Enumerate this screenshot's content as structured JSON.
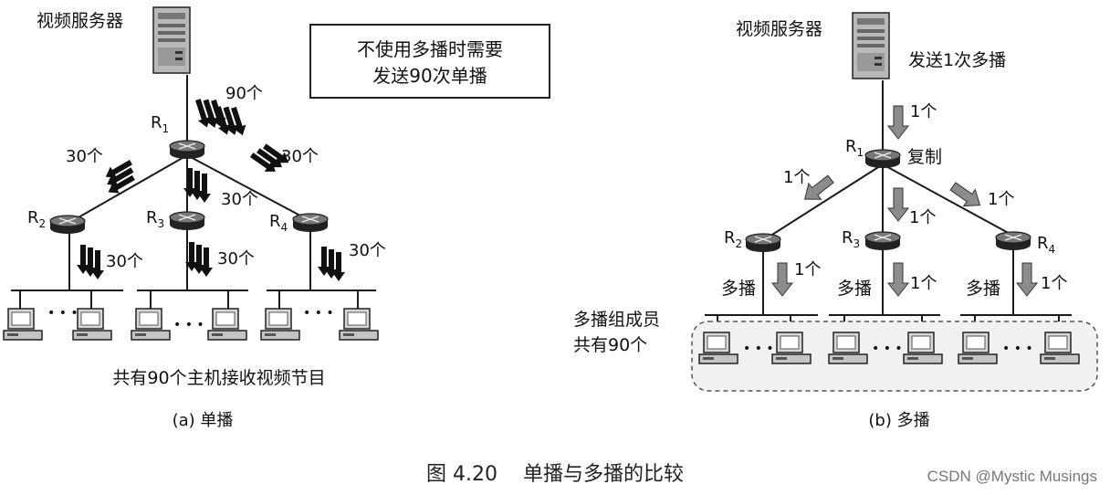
{
  "server_label": "视频服务器",
  "unicast": {
    "note_line1": "不使用多播时需要",
    "note_line2": "发送90次单播",
    "count_top": "90个",
    "count_30": "30个",
    "routers": {
      "r1": "R",
      "r1_sub": "1",
      "r2": "R",
      "r2_sub": "2",
      "r3": "R",
      "r3_sub": "3",
      "r4": "R",
      "r4_sub": "4"
    },
    "ellipsis": "• • •",
    "hosts_caption": "共有90个主机接收视频节目",
    "subcaption": "(a) 单播"
  },
  "multicast": {
    "server_note": "发送1次多播",
    "count_1": "1个",
    "copy_label": "复制",
    "multicast_label": "多播",
    "group_line1": "多播组成员",
    "group_line2": "共有90个",
    "routers": {
      "r1": "R",
      "r1_sub": "1",
      "r2": "R",
      "r2_sub": "2",
      "r3": "R",
      "r3_sub": "3",
      "r4": "R",
      "r4_sub": "4"
    },
    "ellipsis": "• • •",
    "subcaption": "(b) 多播"
  },
  "figure_caption": "图 4.20    单播与多播的比较",
  "watermark": "CSDN @Mystic Musings",
  "colors": {
    "line": "#1a1a1a",
    "arrow_gray": "#8c8c8c",
    "router": "#333333",
    "device": "#cfcfcf"
  }
}
